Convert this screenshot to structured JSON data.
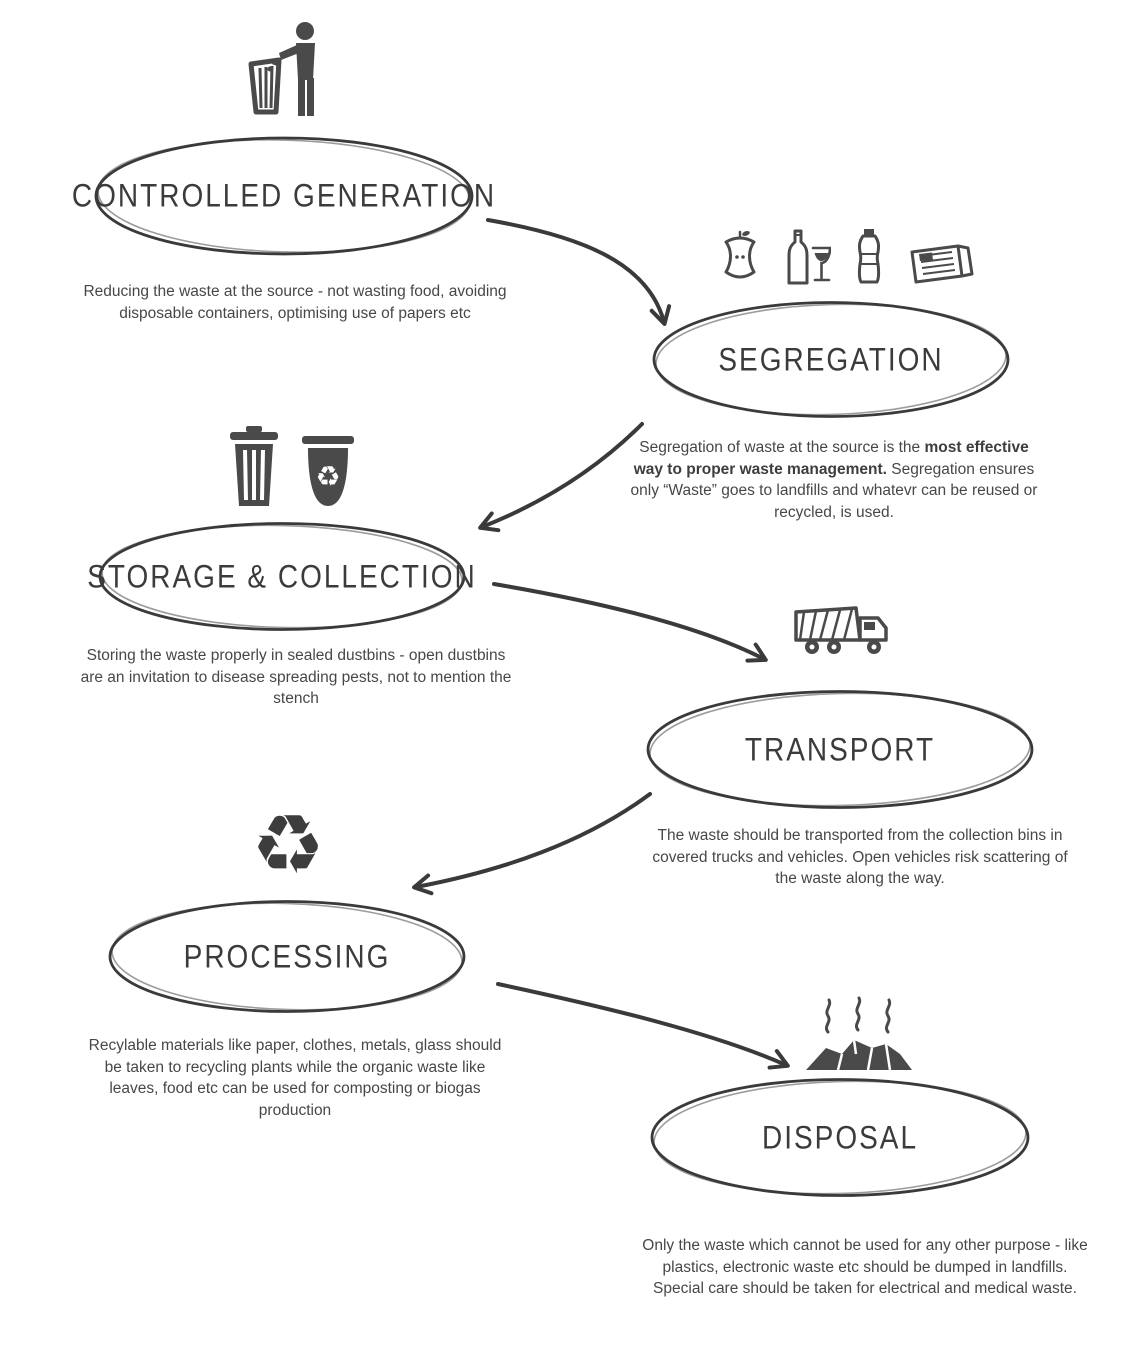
{
  "palette": {
    "ink": "#3b3b3b",
    "icon": "#4a4a4a",
    "background": "#ffffff"
  },
  "icons": {
    "recycle_symbol": "♻"
  },
  "nodes": [
    {
      "id": "controlled-generation",
      "title": "CONTROLLED GENERATION",
      "description": "Reducing the waste at the source - not wasting food, avoiding disposable containers, optimising use of papers etc"
    },
    {
      "id": "segregation",
      "title": "SEGREGATION",
      "description_pre": "Segregation of waste at the source is the ",
      "description_bold": "most effective way to proper waste management.",
      "description_post": " Segregation ensures only “Waste” goes to landfills and whatevr can be reused or recycled, is used."
    },
    {
      "id": "storage-collection",
      "title": "STORAGE & COLLECTION",
      "description": "Storing the waste properly in sealed dustbins - open dustbins are an invitation to disease spreading pests, not to mention the stench"
    },
    {
      "id": "transport",
      "title": "TRANSPORT",
      "description": "The waste should be transported from the collection bins in covered trucks and vehicles. Open vehicles risk scattering of the waste along the way."
    },
    {
      "id": "processing",
      "title": "PROCESSING",
      "description": "Recylable materials like paper, clothes, metals, glass should be taken to recycling plants while the organic waste like leaves, food etc can be used for composting or biogas production"
    },
    {
      "id": "disposal",
      "title": "DISPOSAL",
      "description": "Only the waste which cannot be used for any other purpose - like plastics, electronic waste etc should be dumped in landfills. Special care should be taken for electrical and medical waste."
    }
  ]
}
